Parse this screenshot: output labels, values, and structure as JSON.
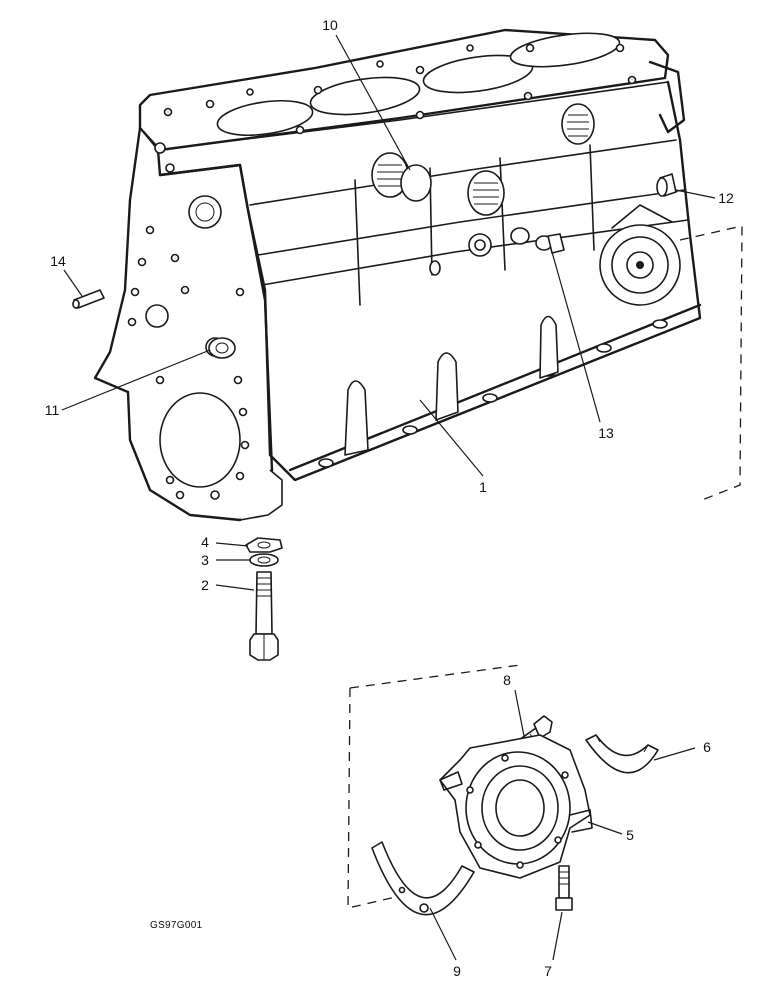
{
  "diagram": {
    "figure_code": "GS97G001",
    "callouts": [
      {
        "id": "c1",
        "label": "1"
      },
      {
        "id": "c2",
        "label": "2"
      },
      {
        "id": "c3",
        "label": "3"
      },
      {
        "id": "c4",
        "label": "4"
      },
      {
        "id": "c5",
        "label": "5"
      },
      {
        "id": "c6",
        "label": "6"
      },
      {
        "id": "c7",
        "label": "7"
      },
      {
        "id": "c8",
        "label": "8"
      },
      {
        "id": "c9",
        "label": "9"
      },
      {
        "id": "c10",
        "label": "10"
      },
      {
        "id": "c11",
        "label": "11"
      },
      {
        "id": "c12",
        "label": "12"
      },
      {
        "id": "c13",
        "label": "13"
      },
      {
        "id": "c14",
        "label": "14"
      }
    ]
  }
}
